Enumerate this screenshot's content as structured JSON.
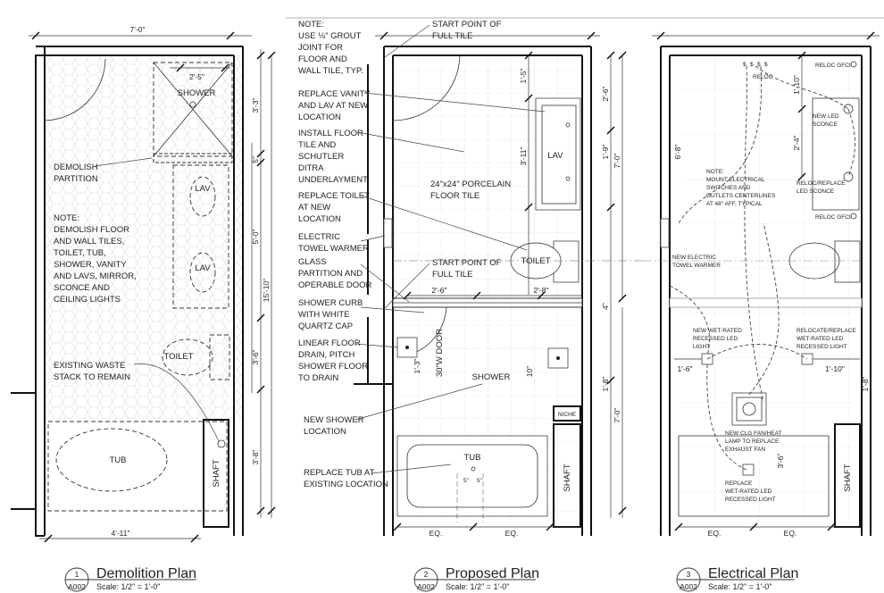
{
  "plans": [
    {
      "title": "Demolition Plan",
      "number": "1",
      "sheet": "A002",
      "scale": "Scale: 1/2\" = 1'-0\"",
      "rooms": {
        "shower": "SHOWER",
        "lav1": "LAV",
        "lav2": "LAV",
        "toilet": "TOILET",
        "tub": "TUB",
        "shaft": "SHAFT"
      },
      "dims": [
        "7'-0\"",
        "2'-5\"",
        "3'-3\"",
        "5\"",
        "5'-0\"",
        "15'-10\"",
        "3'-6\"",
        "3'-8\"",
        "4'-11\""
      ],
      "notes": {
        "demolish_partition": [
          "DEMOLISH",
          "PARTITION"
        ],
        "general": [
          "NOTE:",
          "DEMOLISH FLOOR",
          "AND WALL TILES,",
          "TOILET, TUB,",
          "SHOWER, VANITY",
          "AND LAVS, MIRROR,",
          "SCONCE AND",
          "CEILING LIGHTS"
        ],
        "waste_stack": [
          "EXISTING WASTE",
          "STACK TO REMAIN"
        ]
      }
    },
    {
      "title": "Proposed Plan",
      "number": "2",
      "sheet": "A002",
      "scale": "Scale: 1/2\" = 1'-0\"",
      "rooms": {
        "lav": "LAV",
        "toilet": "TOILET",
        "shower": "SHOWER",
        "tub": "TUB",
        "shaft": "SHAFT",
        "niche": "NICHE",
        "door": "30\"W DOOR"
      },
      "dims": [
        "1'-5\"",
        "2'-6\"",
        "3'-11\"",
        "1'-9\"",
        "7'-0\"",
        "2'-6\"",
        "2'-8\"",
        "4\"",
        "1'-3\"",
        "10\"",
        "1'-8\"",
        "7'-0\"",
        "5\"",
        "5\"",
        "EQ.",
        "EQ."
      ],
      "floor_tile": [
        "24\"x24\" PORCELAIN",
        "FLOOR TILE"
      ],
      "notes": [
        [
          "NOTE:",
          "USE ⅛\" GROUT",
          "JOINT FOR",
          "FLOOR AND",
          "WALL TILE, TYP."
        ],
        [
          "REPLACE VANITY",
          "AND LAV AT NEW",
          "LOCATION"
        ],
        [
          "INSTALL FLOOR",
          "TILE AND",
          "SCHUTLER",
          "DITRA",
          "UNDERLAYMENT"
        ],
        [
          "REPLACE TOILET",
          "AT NEW",
          "LOCATION"
        ],
        [
          "ELECTRIC",
          "TOWEL WARMER"
        ],
        [
          "GLASS",
          "PARTITION AND",
          "OPERABLE DOOR"
        ],
        [
          "SHOWER CURB",
          "WITH WHITE",
          "QUARTZ CAP"
        ],
        [
          "LINEAR FLOOR",
          "DRAIN, PITCH",
          "SHOWER FLOOR",
          "TO DRAIN"
        ],
        [
          "NEW SHOWER",
          "LOCATION"
        ],
        [
          "REPLACE TUB AT",
          "EXISTING LOCATION"
        ]
      ],
      "start_tile_1": [
        "START POINT OF",
        "FULL TILE"
      ],
      "start_tile_2": [
        "START POINT OF",
        "FULL TILE"
      ]
    },
    {
      "title": "Electrical Plan",
      "number": "3",
      "sheet": "A002",
      "scale": "Scale: 1/2\" = 1'-0\"",
      "rooms": {
        "shaft": "SHAFT"
      },
      "dims": [
        "1'-10\"",
        "6'-8\"",
        "2'-4\"",
        "1'-6\"",
        "1'-10\"",
        "1'-8\"",
        "3'-6\"",
        "EQ.",
        "EQ."
      ],
      "labels": {
        "reloc_top": "RELOC",
        "reloc_gfci_1": "RELOC GFCI",
        "reloc_gfci_2": "RELOC GFCI",
        "new_led_sconce": [
          "NEW LED",
          "SCONCE"
        ],
        "reloc_led_sconce": [
          "RELOC/REPLACE",
          "LED SCONCE"
        ],
        "mount_note": [
          "NOTE:",
          "MOUNT ELECTRICAL",
          "SWITCHES AND",
          "OUTLETS CENTERLINES",
          "AT 48\" AFF, TYPICAL"
        ],
        "towel_warmer": [
          "NEW ELECTRIC",
          "TOWEL WARMER"
        ],
        "new_wet_led": [
          "NEW WET-RATED",
          "RECESSED LED",
          "LIGHT"
        ],
        "relocate_wet_led": [
          "RELOCATE/REPLACE",
          "WET-RATED LED",
          "RECESSED LIGHT"
        ],
        "fan": [
          "NEW CLG FAN/HEAT",
          "LAMP TO REPLACE",
          "EXHAUST FAN"
        ],
        "replace_wet_led": [
          "REPLACE",
          "WET-RATED LED",
          "RECESSED LIGHT"
        ]
      }
    }
  ]
}
